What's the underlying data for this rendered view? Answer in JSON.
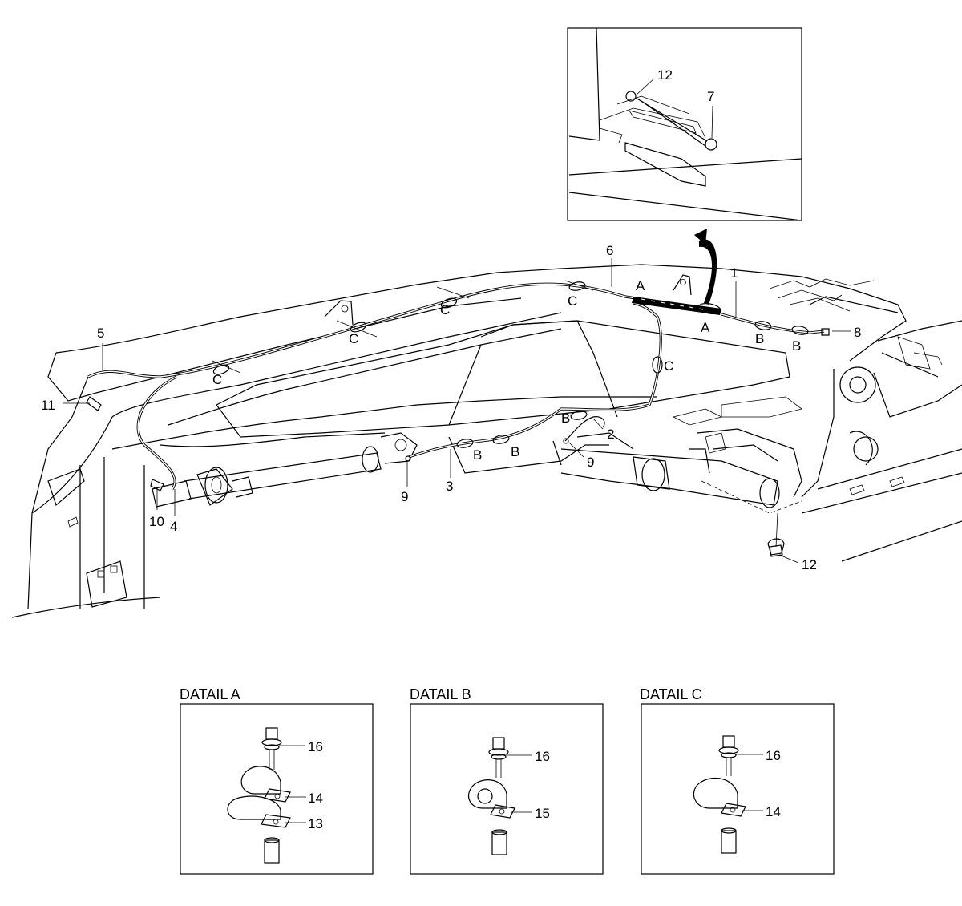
{
  "callouts": {
    "c1": "1",
    "c2": "2",
    "c3": "3",
    "c4": "4",
    "c5": "5",
    "c6": "6",
    "c7": "7",
    "c8": "8",
    "c9a": "9",
    "c9b": "9",
    "c10": "10",
    "c11": "11",
    "c12a": "12",
    "c12b": "12"
  },
  "clamp_letters": {
    "A": "A",
    "B": "B",
    "C": "C"
  },
  "details": [
    {
      "title": "DATAIL A",
      "parts": [
        "16",
        "14",
        "13"
      ]
    },
    {
      "title": "DATAIL B",
      "parts": [
        "16",
        "15"
      ]
    },
    {
      "title": "DATAIL C",
      "parts": [
        "16",
        "14"
      ]
    }
  ]
}
